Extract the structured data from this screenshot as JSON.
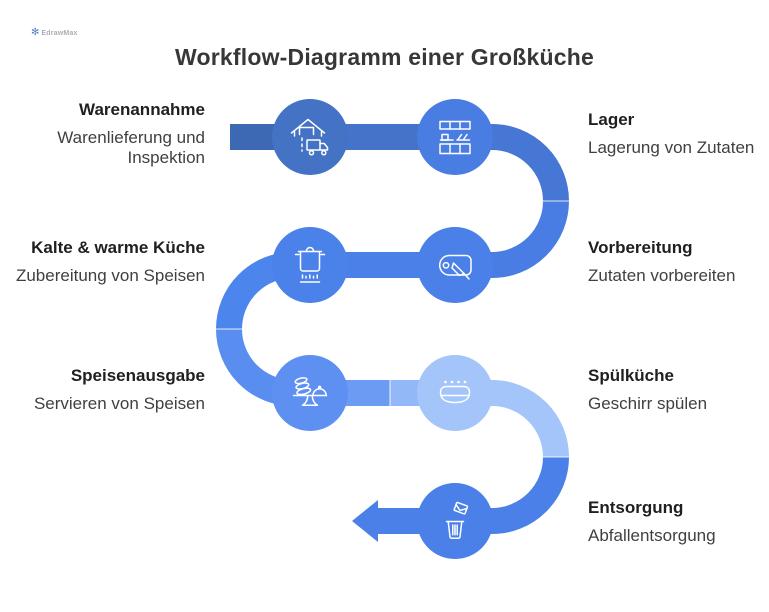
{
  "title": "Workflow-Diagramm einer Großküche",
  "brand": {
    "name": "EdrawMax"
  },
  "steps": [
    {
      "id": "warenannahme",
      "label": "Warenannahme",
      "description": "Warenlieferung und Inspektion",
      "side": "left",
      "icon": "warehouse-truck-icon",
      "circle_color": "#4472c4"
    },
    {
      "id": "lager",
      "label": "Lager",
      "description": "Lagerung von Zutaten",
      "side": "right",
      "icon": "storage-shelves-icon",
      "circle_color": "#4a7de2"
    },
    {
      "id": "vorbereitung",
      "label": "Vorbereitung",
      "description": "Zutaten vorbereiten",
      "side": "right",
      "icon": "cutting-board-knife-icon",
      "circle_color": "#4a80e8"
    },
    {
      "id": "kalte-warme-kueche",
      "label": "Kalte & warme Küche",
      "description": "Zubereitung von Speisen",
      "side": "left",
      "icon": "cooking-pot-icon",
      "circle_color": "#4a82ea"
    },
    {
      "id": "speisenausgabe",
      "label": "Speisenausgabe",
      "description": "Servieren von Speisen",
      "side": "left",
      "icon": "serving-table-icon",
      "circle_color": "#5e90f1"
    },
    {
      "id": "spuelkueche",
      "label": "Spülküche",
      "description": "Geschirr spülen",
      "side": "right",
      "icon": "dish-washing-icon",
      "circle_color": "#a4c5f9"
    },
    {
      "id": "entsorgung",
      "label": "Entsorgung",
      "description": "Abfallentsorgung",
      "side": "right",
      "icon": "trash-bin-icon",
      "circle_color": "#4a80e8"
    }
  ],
  "flow": {
    "segments": {
      "start": "#3c68b4",
      "row1": "#4573ca",
      "turn1_top": "#4777d4",
      "turn1_bottom": "#4a7de4",
      "row2": "#4a80e8",
      "turn2_top": "#4c85eb",
      "turn2_bottom": "#5a8df0",
      "row3_a": "#6b9bf3",
      "row3_b": "#93b8f7",
      "turn3_top": "#a4c5f9",
      "turn3_bottom": "#4a80e8",
      "arrow_shaft": "#4a80e8"
    },
    "arrowhead_color": "#4a80e8",
    "seam_color": "rgba(255,255,255,0.55)"
  },
  "text_colors": {
    "title": "#373737",
    "label": "#1f1f1f",
    "description": "#404040"
  }
}
